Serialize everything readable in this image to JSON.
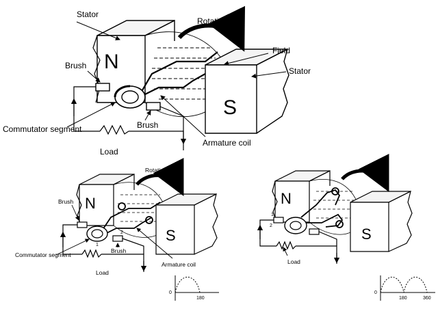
{
  "top_diagram": {
    "labels": {
      "stator_top": "Stator",
      "rotation": "Rotation",
      "field": "Field",
      "stator_right": "Stator",
      "brush_left": "Brush",
      "commutator": "Commutator segment",
      "brush_bottom": "Brush",
      "armature": "Armature coil",
      "load": "Load"
    },
    "pole_north": "N",
    "pole_south": "S"
  },
  "left_diagram": {
    "labels": {
      "rotation": "Rotation",
      "brush_left": "Brush",
      "commutator": "Commutator segment",
      "brush_bottom": "Brush",
      "armature": "Armature coil",
      "load": "Load",
      "seg1": "1",
      "seg2": "2"
    },
    "pole_north": "N",
    "pole_south": "S"
  },
  "right_diagram": {
    "labels": {
      "load": "Load",
      "seg1": "1",
      "seg2": "2"
    },
    "pole_north": "N",
    "pole_south": "S"
  },
  "waveform_left": {
    "origin": "0",
    "tick_end": "180"
  },
  "waveform_right": {
    "origin": "0",
    "tick_mid": "180",
    "tick_end": "360"
  }
}
